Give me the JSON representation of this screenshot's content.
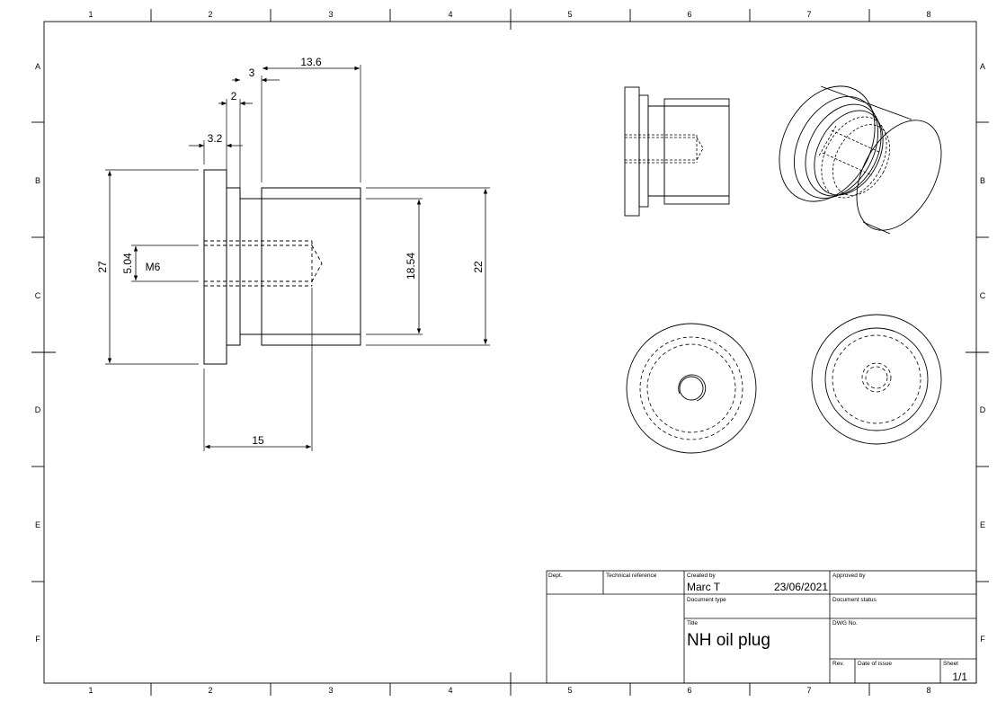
{
  "drawing": {
    "border_columns": [
      "1",
      "2",
      "3",
      "4",
      "5",
      "6",
      "7",
      "8"
    ],
    "border_rows": [
      "A",
      "B",
      "C",
      "D",
      "E",
      "F"
    ],
    "dimensions": {
      "d_3_2": "3.2",
      "d_2": "2",
      "d_3": "3",
      "d_13_6": "13.6",
      "d_27": "27",
      "d_5_04": "5.04",
      "d_m6": "M6",
      "d_18_54": "18.54",
      "d_22": "22",
      "d_15": "15"
    },
    "title_block": {
      "dept_label": "Dept.",
      "tech_ref_label": "Technical reference",
      "created_by_label": "Created by",
      "created_by": "Marc T",
      "date": "23/06/2021",
      "approved_by_label": "Approved by",
      "doc_type_label": "Document type",
      "doc_status_label": "Document status",
      "title_label": "Title",
      "title": "NH oil plug",
      "dwg_no_label": "DWG No.",
      "rev_label": "Rev.",
      "date_of_issue_label": "Date of issue",
      "sheet_label": "Sheet",
      "sheet": "1/1"
    }
  }
}
